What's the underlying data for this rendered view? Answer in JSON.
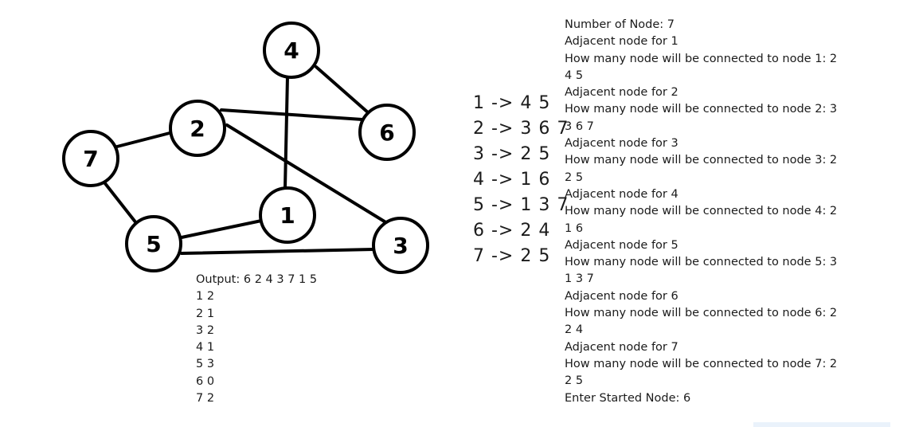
{
  "graph": {
    "nodes": [
      {
        "id": "1",
        "label": "1"
      },
      {
        "id": "2",
        "label": "2"
      },
      {
        "id": "3",
        "label": "3"
      },
      {
        "id": "4",
        "label": "4"
      },
      {
        "id": "5",
        "label": "5"
      },
      {
        "id": "6",
        "label": "6"
      },
      {
        "id": "7",
        "label": "7"
      }
    ],
    "edges": [
      [
        "4",
        "1"
      ],
      [
        "4",
        "6"
      ],
      [
        "2",
        "6"
      ],
      [
        "2",
        "7"
      ],
      [
        "2",
        "3"
      ],
      [
        "7",
        "5"
      ],
      [
        "5",
        "1"
      ],
      [
        "5",
        "3"
      ]
    ]
  },
  "adjacency_list": [
    "1 -> 4 5",
    "2 -> 3 6 7",
    "3 -> 2 5",
    "4 -> 1 6",
    "5 -> 1 3 7",
    "6 -> 2 4",
    "7 -> 2 5"
  ],
  "output_console": [
    "Output: 6 2 4 3 7 1 5",
    "1 2",
    "2 1",
    "3 2",
    "4 1",
    "5 3",
    "6 0",
    "7 2"
  ],
  "input_console": [
    "Number of Node: 7",
    "Adjacent node for 1",
    "How many node will be connected to node 1: 2",
    "4 5",
    "Adjacent node for 2",
    "How many node will be connected to node 2: 3",
    "3 6 7",
    "Adjacent node for 3",
    "How many node will be connected to node 3: 2",
    "2 5",
    "Adjacent node for 4",
    "How many node will be connected to node 4: 2",
    "1 6",
    "Adjacent node for 5",
    "How many node will be connected to node 5: 3",
    "1 3 7",
    "Adjacent node for 6",
    "How many node will be connected to node 6: 2",
    "2 4",
    "Adjacent node for 7",
    "How many node will be connected to node 7: 2",
    "2 5",
    "Enter Started Node: 6"
  ]
}
